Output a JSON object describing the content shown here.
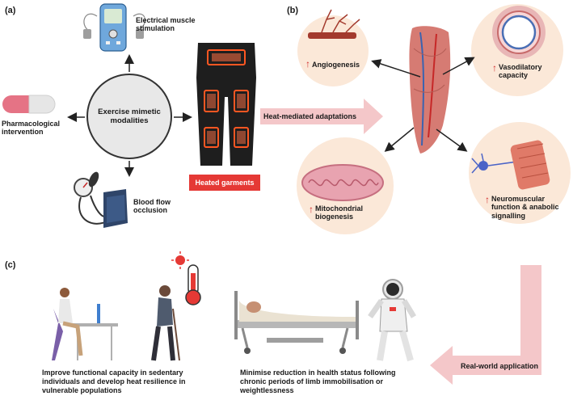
{
  "panel_labels": {
    "a": "(a)",
    "b": "(b)",
    "c": "(c)"
  },
  "panel_a": {
    "center": "Exercise mimetic modalities",
    "ems": "Electrical muscle stimulation",
    "pharma": "Pharmacological intervention",
    "bfo": "Blood flow occlusion",
    "heated": "Heated garments"
  },
  "connector": {
    "heat_label": "Heat-mediated adaptations"
  },
  "panel_b": {
    "angio": "Angiogenesis",
    "vaso": "Vasodilatory capacity",
    "mito": "Mitochondrial biogenesis",
    "neuro": "Neuromuscular function & anabolic signalling"
  },
  "panel_c": {
    "left_caption": "Improve functional capacity in sedentary individuals and develop heat resilience in vulnerable populations",
    "right_caption": "Minimise reduction in health status following chronic periods of limb immobilisation or weightlessness",
    "real_world": "Real-world application"
  },
  "colors": {
    "red": "#e53935",
    "bubble": "#fbe8d8",
    "arrow_pink": "#f4c7c9"
  }
}
